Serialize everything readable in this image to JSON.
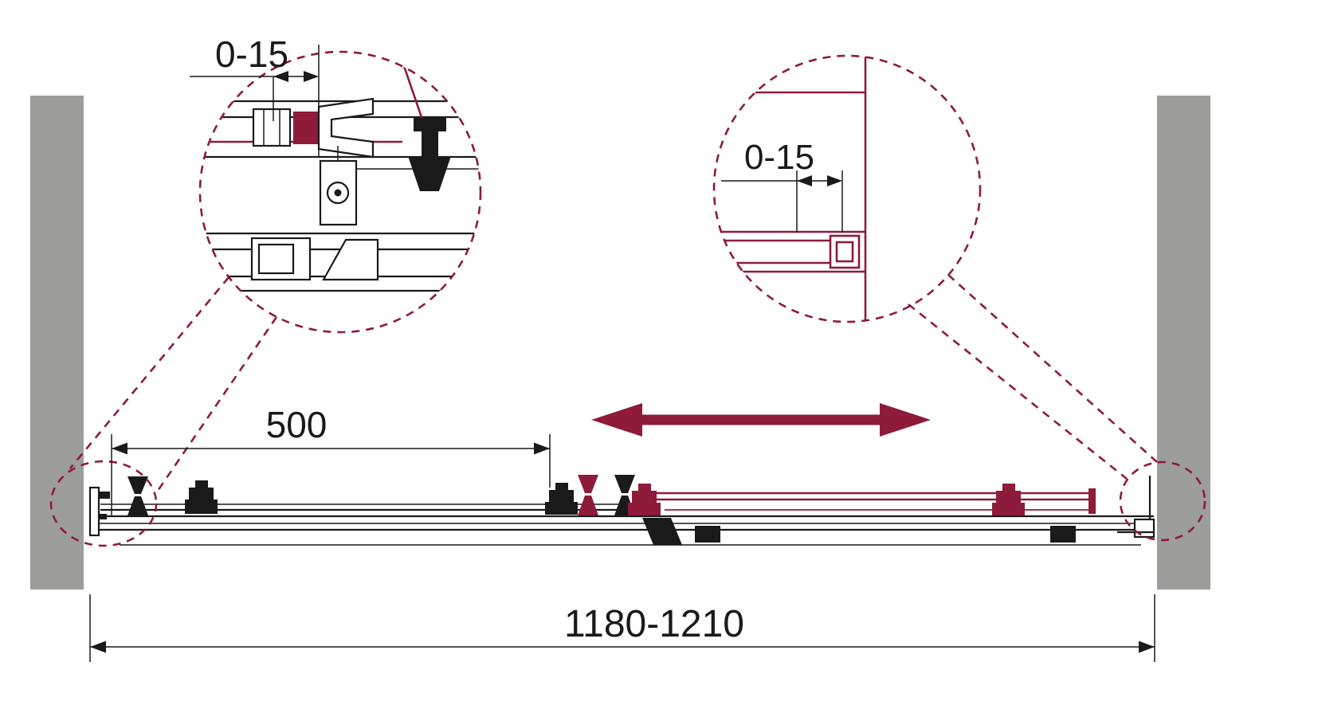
{
  "diagram": {
    "detail_left": {
      "dimension_label": "0-15"
    },
    "detail_right": {
      "dimension_label": "0-15"
    },
    "dimensions": {
      "fixed_panel_width": "500",
      "overall_width_range": "1180-1210"
    },
    "colors": {
      "accent_red": "#8E1B3A",
      "wall_gray": "#9D9D9C",
      "line_black": "#1A1A1A",
      "background": "#FFFFFF"
    },
    "icons": {
      "slide_direction": "double-horizontal-arrow-icon",
      "detail_left_view": "magnified-detail-circle-icon",
      "detail_right_view": "magnified-detail-circle-icon"
    }
  }
}
